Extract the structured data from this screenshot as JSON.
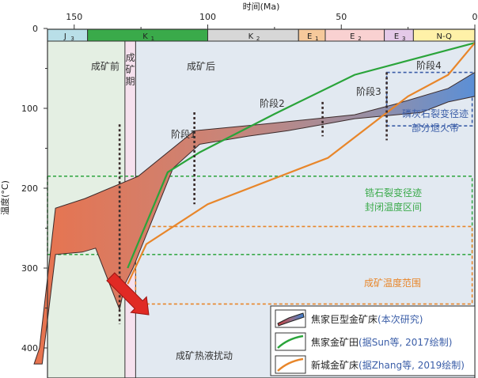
{
  "x_axis": {
    "title": "时间(Ma)",
    "ticks": [
      {
        "value": 150,
        "label": "150"
      },
      {
        "value": 100,
        "label": "100"
      },
      {
        "value": 50,
        "label": "50"
      },
      {
        "value": 0,
        "label": "0"
      }
    ],
    "range_ma": [
      160,
      0
    ]
  },
  "y_axis": {
    "title": "温度(°C)",
    "ticks": [
      {
        "value": 0,
        "label": "0"
      },
      {
        "value": 100,
        "label": "100"
      },
      {
        "value": 200,
        "label": "200"
      },
      {
        "value": 300,
        "label": "300"
      },
      {
        "value": 400,
        "label": "400"
      }
    ],
    "range_c": [
      0,
      430
    ]
  },
  "periods": [
    {
      "label": "J",
      "sub": "3",
      "start": 160,
      "end": 145,
      "color": "#b9dfe8"
    },
    {
      "label": "K",
      "sub": "1",
      "start": 145,
      "end": 100,
      "color": "#3aaa4a"
    },
    {
      "label": "K",
      "sub": "2",
      "start": 100,
      "end": 66,
      "color": "#d7d7d7"
    },
    {
      "label": "E",
      "sub": "1",
      "start": 66,
      "end": 56,
      "color": "#f6c99b"
    },
    {
      "label": "E",
      "sub": "2",
      "start": 56,
      "end": 33.9,
      "color": "#f9d1d1"
    },
    {
      "label": "E",
      "sub": "3",
      "start": 33.9,
      "end": 23,
      "color": "#e4c9e8"
    },
    {
      "label": "N-Q",
      "sub": "",
      "start": 23,
      "end": 0,
      "color": "#fff1a8"
    }
  ],
  "zones": {
    "pre": {
      "label": "成矿前",
      "color": "#e4efe3"
    },
    "syn": {
      "label": "成矿期",
      "color": "#f6e1ee"
    },
    "post": {
      "label": "成矿后",
      "color": "#e2e9f1"
    }
  },
  "stage_labels": [
    "阶段1",
    "阶段2",
    "阶段3",
    "阶段4"
  ],
  "annotations": {
    "apatite": {
      "line1": "磷灰石裂变径迹",
      "line2": "部分退火带",
      "color": "#3b5ea8"
    },
    "zircon": {
      "line1": "锆石裂变径迹",
      "line2": "封闭温度区间",
      "color": "#3aaa4a"
    },
    "ore_temp": {
      "text": "成矿温度范围",
      "color": "#e8862a"
    },
    "fluid": {
      "text": "成矿热液扰动"
    }
  },
  "legend": [
    {
      "name": "焦家巨型金矿床",
      "note": "(本次研究)"
    },
    {
      "name": "焦家金矿田",
      "note": "(据Sun等, 2017绘制)",
      "color": "#2aa43a"
    },
    {
      "name": "新城金矿床",
      "note": "(据Zhang等, 2019绘制)",
      "color": "#e8862a"
    }
  ],
  "chart_data": {
    "type": "line",
    "x_unit": "Ma",
    "y_unit": "°C",
    "series": [
      {
        "name": "焦家巨型金矿床",
        "kind": "band",
        "upper": [
          [
            165,
            420
          ],
          [
            163,
            400
          ],
          [
            157,
            225
          ],
          [
            146,
            213
          ],
          [
            126,
            185
          ],
          [
            105,
            128
          ],
          [
            80,
            120
          ],
          [
            45,
            108
          ],
          [
            30,
            95
          ],
          [
            10,
            75
          ],
          [
            0,
            55
          ]
        ],
        "lower": [
          [
            0,
            85
          ],
          [
            10,
            92
          ],
          [
            20,
            105
          ],
          [
            45,
            113
          ],
          [
            70,
            128
          ],
          [
            85,
            135
          ],
          [
            103,
            145
          ],
          [
            113,
            175
          ],
          [
            128,
            300
          ],
          [
            131,
            320
          ],
          [
            133,
            352
          ],
          [
            142,
            275
          ],
          [
            147,
            280
          ],
          [
            157,
            283
          ],
          [
            162,
            420
          ]
        ]
      },
      {
        "name": "焦家金矿田",
        "points": [
          [
            130,
            300
          ],
          [
            115,
            180
          ],
          [
            103,
            155
          ],
          [
            75,
            107
          ],
          [
            45,
            58
          ],
          [
            0,
            18
          ]
        ]
      },
      {
        "name": "新城金矿床",
        "points": [
          [
            130,
            320
          ],
          [
            123,
            270
          ],
          [
            100,
            220
          ],
          [
            55,
            162
          ],
          [
            25,
            85
          ],
          [
            10,
            58
          ],
          [
            0,
            18
          ]
        ]
      }
    ],
    "boundaries_ma": [
      131,
      127
    ],
    "stage_dividers": [
      {
        "x": 133,
        "y": [
          120,
          370
        ],
        "color": "#3a2c2c"
      },
      {
        "x": 105,
        "y": [
          105,
          220
        ],
        "color": "#3a2c2c"
      },
      {
        "x": 57,
        "y": [
          92,
          135
        ],
        "color": "#3a2c2c"
      },
      {
        "x": 33,
        "y": [
          55,
          140
        ],
        "color": "#3a2c2c"
      }
    ],
    "boxes": [
      {
        "name": "apatite-fission-track-zone",
        "x": [
          33,
          1
        ],
        "y": [
          55,
          122
        ],
        "color": "#3b5ea8"
      },
      {
        "name": "zircon-closure-zone",
        "x": [
          160,
          1
        ],
        "y": [
          185,
          283
        ],
        "color": "#3aaa4a"
      },
      {
        "name": "ore-temperature-range",
        "x": [
          127,
          1
        ],
        "y": [
          248,
          345
        ],
        "color": "#e8862a"
      }
    ]
  }
}
